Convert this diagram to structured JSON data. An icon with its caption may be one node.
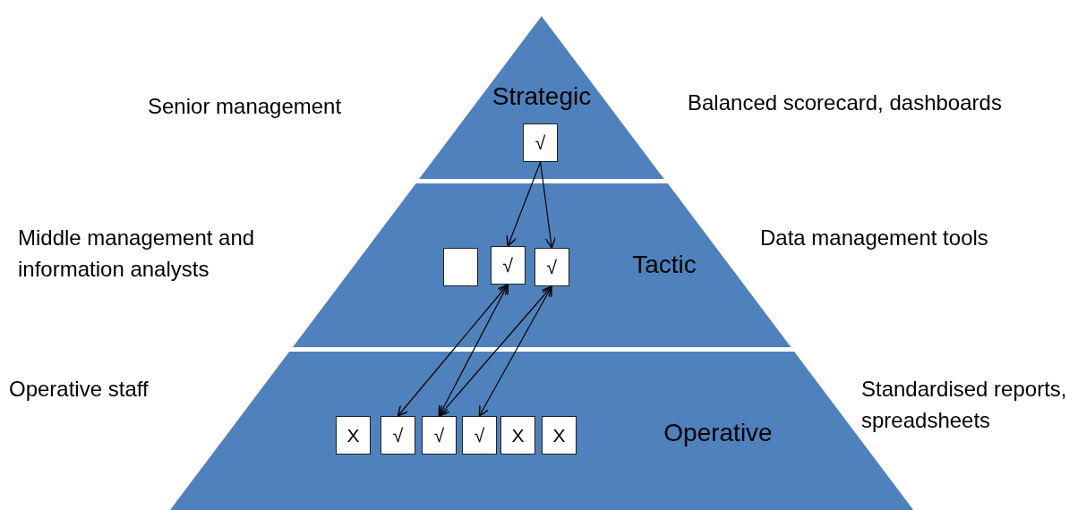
{
  "diagram": {
    "nodes": [
      {
        "text": [
          "Strategic"
        ],
        "beside": [
          "Senior management",
          "Balanced scorecard, dashboards"
        ]
      },
      {
        "text": [
          "√"
        ],
        "in": 0
      },
      {
        "text": [
          "Tactic"
        ],
        "beside": [
          "Middle management and information analysts",
          "Data management tools"
        ]
      },
      {
        "text": [],
        "shape": "box",
        "in": 2
      },
      {
        "text": [
          "√"
        ],
        "in": 2
      },
      {
        "text": [
          "√"
        ],
        "in": 2
      },
      {
        "text": [
          "Operative"
        ],
        "beside": [
          "Operative staff",
          "Standardised reports, spreadsheets"
        ]
      },
      {
        "text": [
          "X"
        ],
        "in": 6
      },
      {
        "text": [
          "√"
        ],
        "in": 6
      },
      {
        "text": [
          "√"
        ],
        "in": 6
      },
      {
        "text": [
          "√"
        ],
        "in": 6
      },
      {
        "text": [
          "X"
        ],
        "in": 6
      },
      {
        "text": [
          "X"
        ],
        "in": 6
      }
    ],
    "edges": [
      {
        "from": 1,
        "to": 4,
        "arrow": "to"
      },
      {
        "from": 1,
        "to": 5,
        "arrow": "to"
      },
      {
        "from": 4,
        "to": 8,
        "arrow": "both"
      },
      {
        "from": 4,
        "to": 9,
        "arrow": "both"
      },
      {
        "from": 5,
        "to": 9,
        "arrow": "both"
      },
      {
        "from": 5,
        "to": 10,
        "arrow": "both"
      }
    ]
  }
}
